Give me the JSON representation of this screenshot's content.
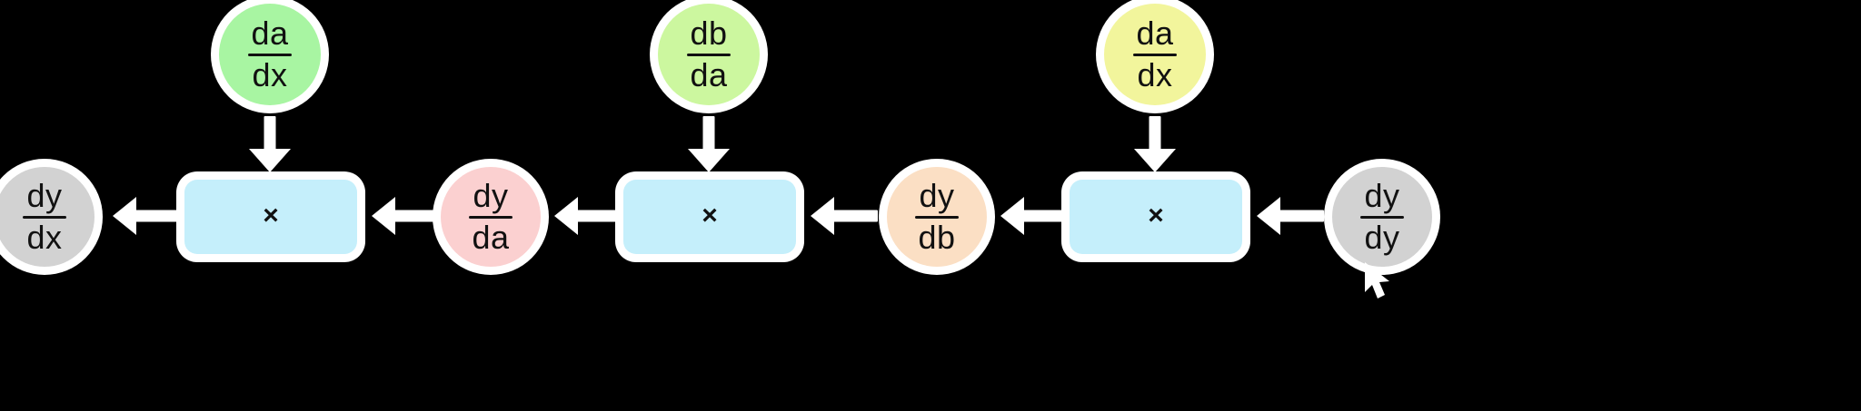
{
  "diagram": {
    "title": "chain-rule backpropagation flow",
    "background_color": "#000000",
    "arrow_color": "#ffffff",
    "halo_color": "#ffffff",
    "text_color": "#111111",
    "operator_box_color": "#c5effb",
    "operator_glyph": "×",
    "flow_direction": "right-to-left"
  },
  "nodes": {
    "output_grad": {
      "numerator": "dy",
      "denominator": "dx",
      "color": "#d2d2d2",
      "label": "dy/dx"
    },
    "grad_a": {
      "numerator": "dy",
      "denominator": "da",
      "color": "#fbd0d0",
      "label": "dy/da"
    },
    "grad_b": {
      "numerator": "dy",
      "denominator": "db",
      "color": "#fbdfc4",
      "label": "dy/db"
    },
    "seed_grad": {
      "numerator": "dy",
      "denominator": "dy",
      "color": "#d2d2d2",
      "label": "dy/dy"
    }
  },
  "local_derivatives": [
    {
      "numerator": "da",
      "denominator": "dx",
      "color": "#a8f5a2",
      "label": "da/dx"
    },
    {
      "numerator": "db",
      "denominator": "da",
      "color": "#ccf79f",
      "label": "db/da"
    },
    {
      "numerator": "da",
      "denominator": "dx",
      "color": "#f2f59c",
      "label": "da/dx"
    }
  ],
  "operators": [
    {
      "glyph": "×",
      "name": "multiply-1"
    },
    {
      "glyph": "×",
      "name": "multiply-2"
    },
    {
      "glyph": "×",
      "name": "multiply-3"
    }
  ],
  "cursor": {
    "type": "pointer",
    "color": "#ffffff"
  }
}
